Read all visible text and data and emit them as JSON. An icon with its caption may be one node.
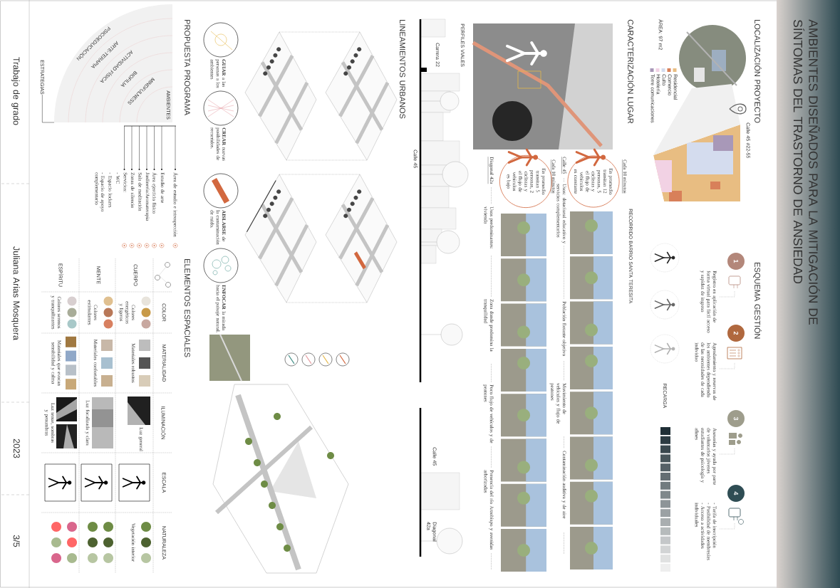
{
  "diagram": {
    "title": "AMBIENTES DISEÑADOS PARA LA MITIGACIÓN DE SÍNTOMAS DEL TRASTORNO DE ANSIEDAD",
    "nodes": [
      {
        "text": [
          "1"
        ],
        "beside": [
          "Registro en aplicación de forma virtual para fácil acceso y rapidez de ingreso"
        ]
      },
      {
        "text": [
          "2"
        ],
        "beside": [
          "Agendamiento y reservas de los ambientes dependiendo de las necesidades de cada individuo"
        ]
      },
      {
        "text": [
          "3"
        ],
        "beside": [
          "Asesorías y ayuda por parte de voluntarios jóvenes estudiantes de psicología y afines"
        ]
      },
      {
        "text": [
          "4"
        ],
        "beside": [
          "- Tarifa de inscripción",
          "- Posibilidad de membresías",
          "- Acceso a actividades individuales"
        ]
      },
      {
        "text": [
          "Cada 10 minutos",
          "En promedio transitan 12 personas, 5 ciclistas y el flujo de vehículos es constante"
        ]
      },
      {
        "text": [
          "Cada 10 minutos",
          "En promedio transitan 5 personas, 2 ciclistas y el flujo de vehículos es bajo"
        ]
      },
      {
        "text": [
          "ESTRATEGIAS"
        ]
      },
      {
        "text": [
          "AMBIENTES",
          "MINDFULNESS",
          "BIOFILIA",
          "ACTIVIDAD FÍSICA",
          "ARTE-TERAPIA",
          "PSICOEDUCACIÓN"
        ]
      }
    ],
    "edges": [
      {
        "from": 6,
        "to": 7,
        "arrow": "none"
      }
    ],
    "labels": [
      "LOCALIZACIÓN PROYECTO",
      "Calle 45 #22-55",
      "ÁREA: 97 m2",
      "ESQUEMA GESTIÓN",
      "RECARGA",
      "CARACTERIZACIÓN LUGAR",
      "RECORRIDO BARRIO SANTA TERESITA",
      "Calle 45",
      "Usos: dotacional educativo y servicios complementarios",
      "Población flotante objetivo",
      "Movimiento de vehículos y flujo de peatones",
      "Contaminación auditiva y de aire",
      "Diagonal 42a",
      "Usos predominantes: vivienda",
      "Zona donde predomina la tranquilidad",
      "Poco flujo de vehículos y de peatones",
      "Presencia del río Arzobispo y avenidas arborizadas",
      "PERFILES VIALES",
      "Carrera 22",
      "Calle 45",
      "Calle 45",
      "Diagonal 42a",
      "LINEAMIENTOS URBANOS",
      "**GUIAR** a las personas a los ambientes",
      "**CREAR** nuevas posibilidades de recorridos.",
      "**AISLARSE** de la contaminación de ruido.",
      "**ENFOCAR** la mirada hacia el paisaje natural.",
      "PROPUESTA PROGRAMA",
      "Área de estudio e introspección",
      "Estudio de arte",
      "Área ejercicio físico",
      "Jardinería/Aromaterapia",
      "Sala de meditación",
      "Zonas de silencio",
      "Servicios:",
      "- WC",
      "- Espacio lockers",
      "- Espacio de apoyo complementario",
      "ELEMENTOS ESPACIALES",
      "COLOR",
      "MATERIALIDAD",
      "ILUMINACIÓN",
      "ESCALA",
      "NATURALEZA",
      "CUERPO",
      "Colores energéticos y ligeros",
      "Materiales robustos",
      "Luz general",
      "Vegetación interior",
      "MENTE",
      "Colores estimulantes",
      "Materiales confortables",
      "Luz focalizada y clara",
      "ESPÍRITU",
      "Colores serenos y tranquilizantes",
      "Materiales que evocan sensibilidad y calma",
      "Luz tenue, sombras y penumbras",
      "Trabajo de grado",
      "Juliana Arias Mosquera",
      "2023",
      "3/5"
    ],
    "legend": [
      {
        "text": "Residencial",
        "color": "#e8bd82"
      },
      {
        "text": "Comercio",
        "color": "#d8805a"
      },
      {
        "text": "Culto",
        "color": "#d4dcee"
      },
      {
        "text": "Hotelería",
        "color": "#f2d2e4"
      },
      {
        "text": "Torre comunicaciones",
        "color": "#a898b8"
      }
    ]
  }
}
